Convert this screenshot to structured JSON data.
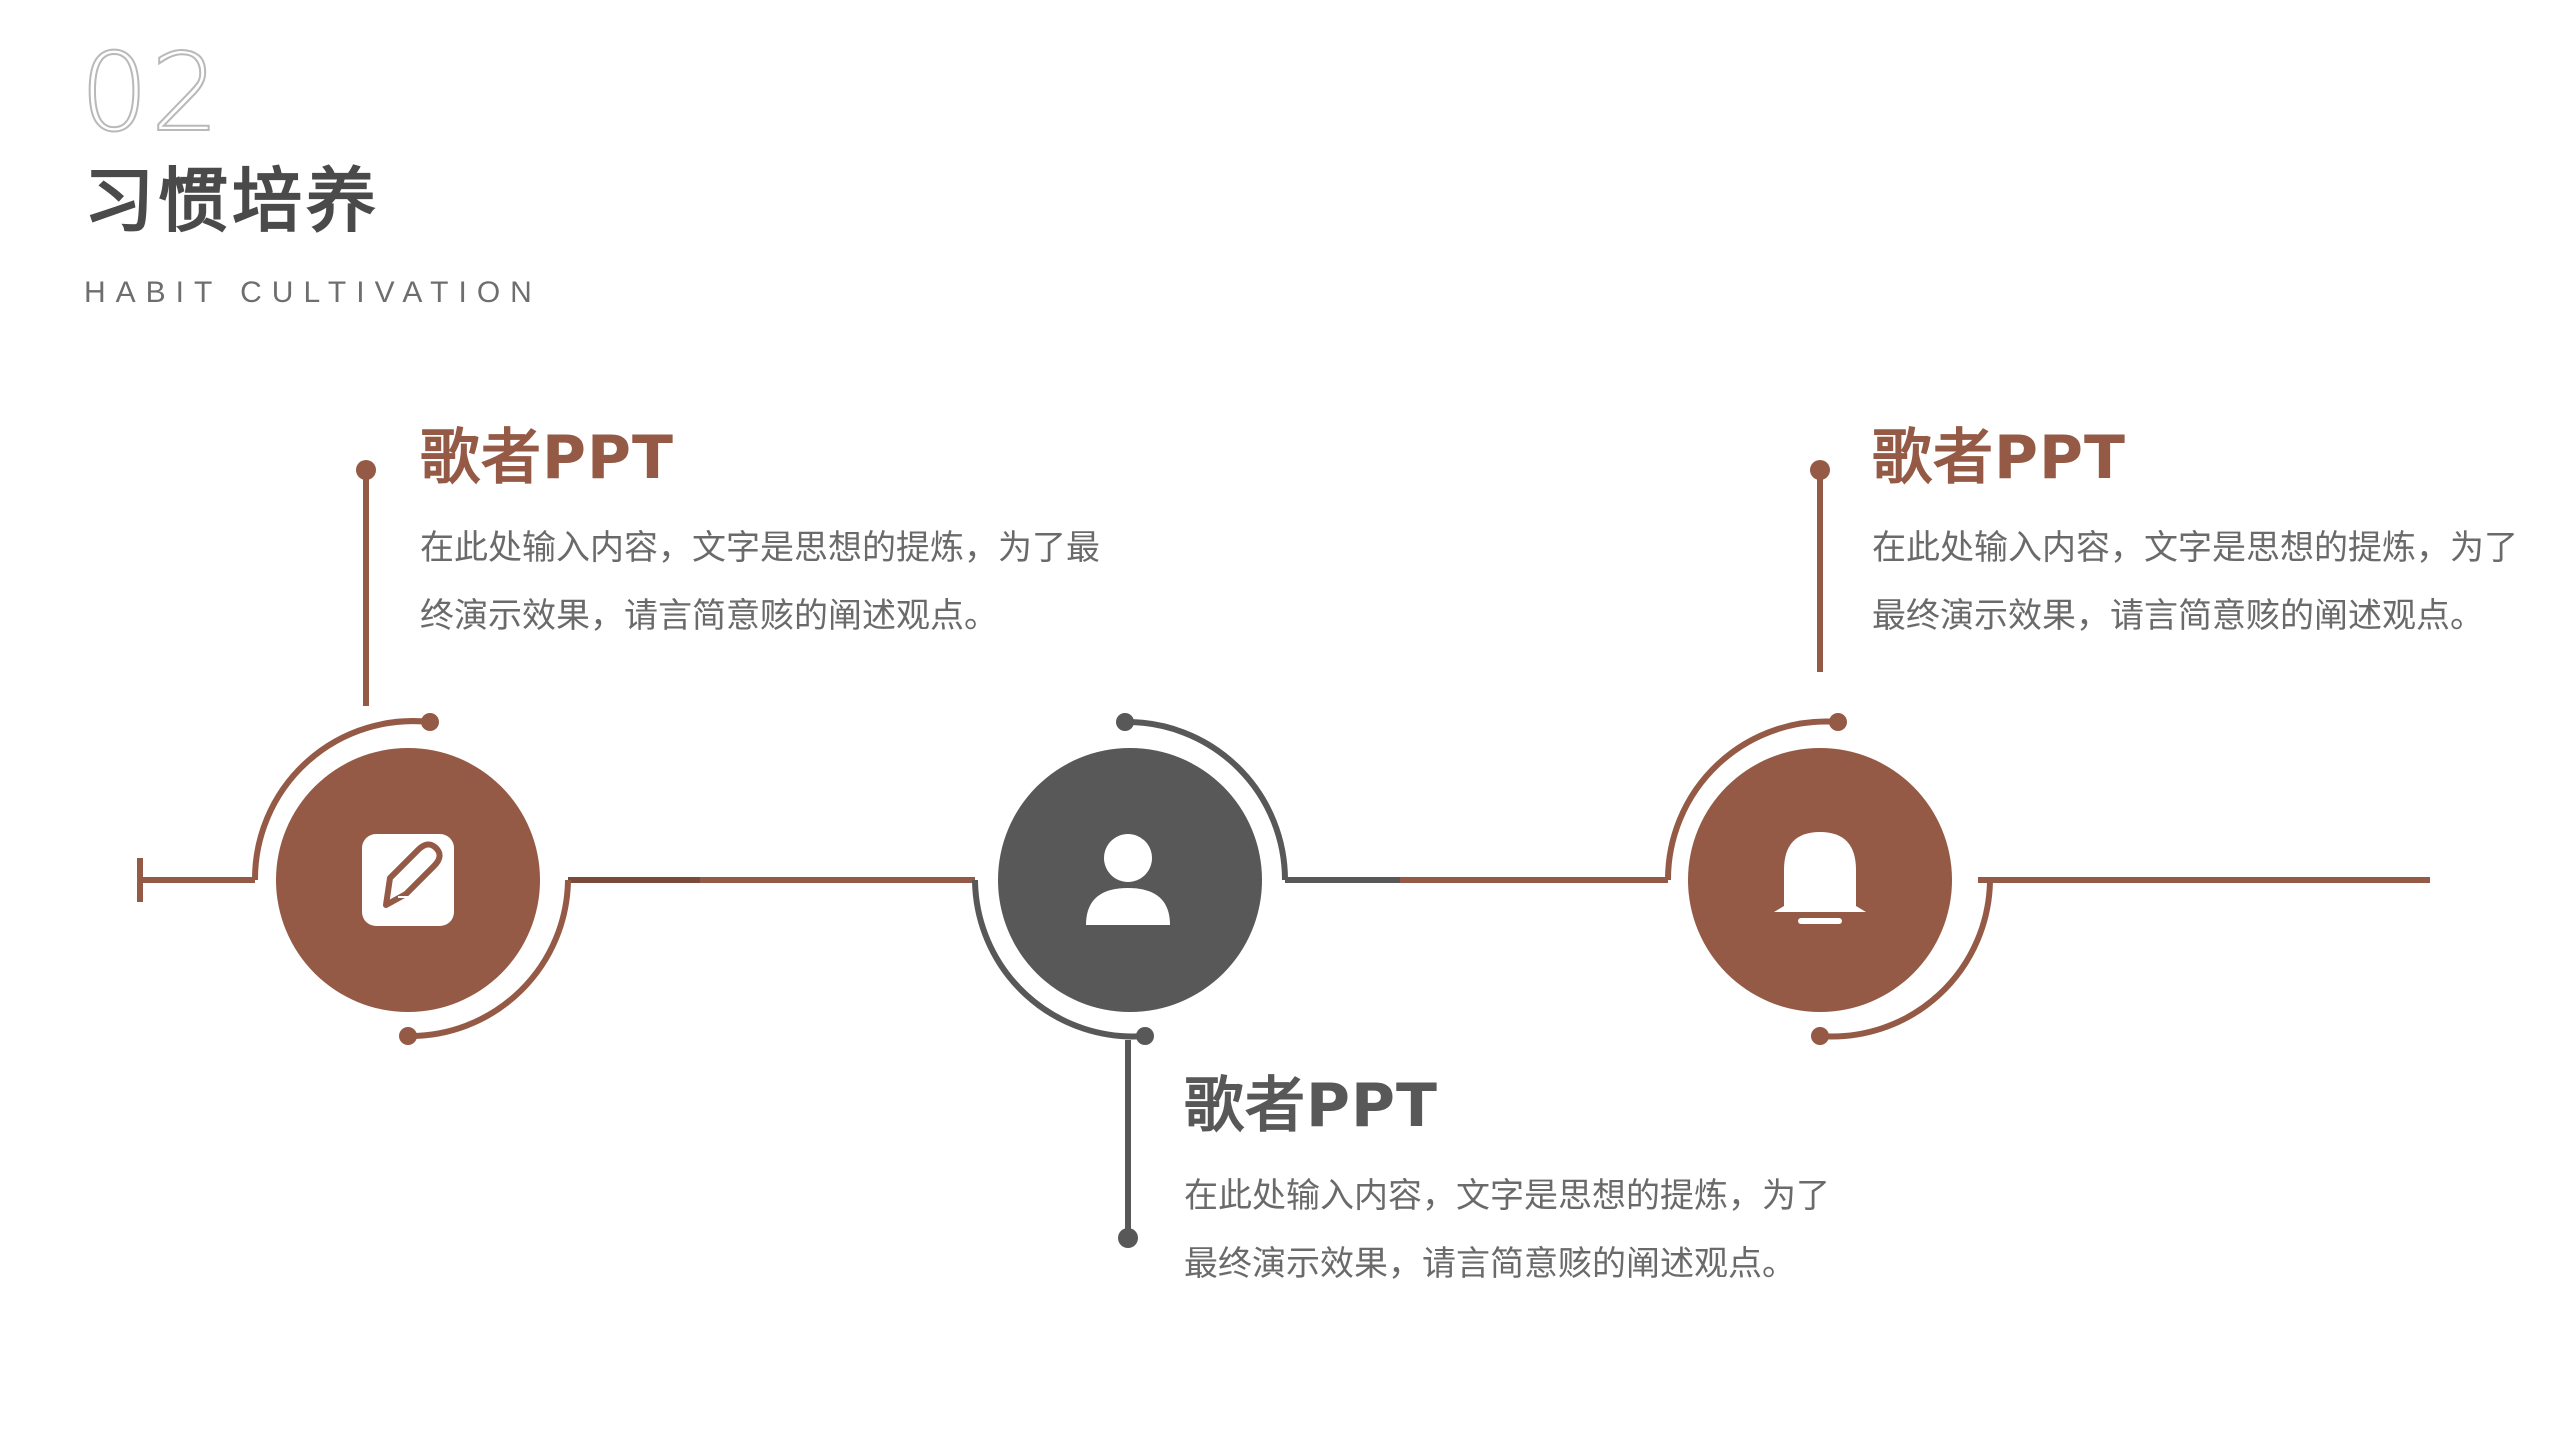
{
  "header": {
    "number": "02",
    "title": "习惯培养",
    "subtitle": "HABIT  CULTIVATION"
  },
  "colors": {
    "brown": "#955a45",
    "gray": "#585858",
    "text": "#6a6a6a"
  },
  "items": [
    {
      "title": "歌者PPT",
      "text": "在此处输入内容，文字是思想的提炼，为了最终演示效果，请言简意赅的阐述观点。",
      "icon": "edit-icon"
    },
    {
      "title": "歌者PPT",
      "text": "在此处输入内容，文字是思想的提炼，为了最终演示效果，请言简意赅的阐述观点。",
      "icon": "user-icon"
    },
    {
      "title": "歌者PPT",
      "text": "在此处输入内容，文字是思想的提炼，为了最终演示效果，请言简意赅的阐述观点。",
      "icon": "bell-icon"
    }
  ]
}
